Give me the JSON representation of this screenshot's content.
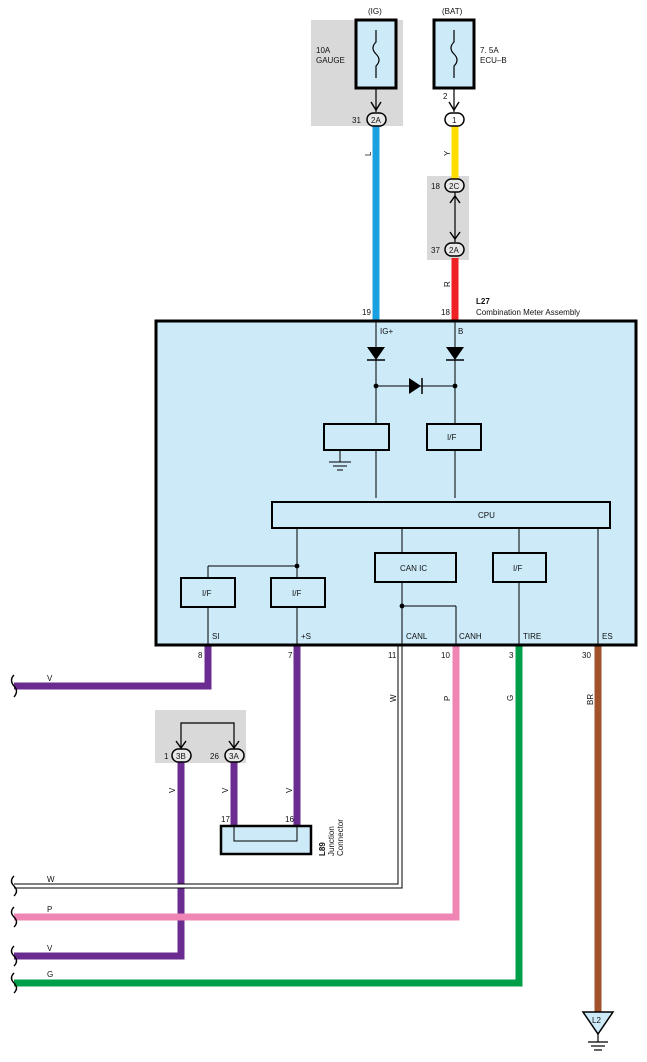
{
  "power": {
    "ig_label": "(IG)",
    "bat_label": "(BAT)",
    "fuse_gauge_amp": "10A",
    "fuse_gauge_name": "GAUGE",
    "fuse_ecub_amp": "7. 5A",
    "fuse_ecub_name": "ECU–B"
  },
  "connectors": {
    "c2a_top": "2A",
    "c2a_top_pin": "31",
    "c1": "1",
    "c1_pin": "2",
    "c2c": "2C",
    "c2c_pin": "18",
    "c2a_mid": "2A",
    "c2a_mid_pin": "37",
    "c3b": "3B",
    "c3b_pin": "1",
    "c3a": "3A",
    "c3a_pin": "26"
  },
  "wires": {
    "L": "L",
    "Y": "Y",
    "R": "R",
    "V_si": "V",
    "V_plus_s": "V",
    "V_3b": "V",
    "W": "W",
    "P": "P",
    "G": "G",
    "BR": "BR",
    "bus_W": "W",
    "bus_P": "P",
    "bus_V": "V",
    "bus_G": "G"
  },
  "meter": {
    "id": "L27",
    "name": "Combination Meter Assembly",
    "pin_ig": "19",
    "pin_b": "18",
    "term_ig": "IG+",
    "term_b": "B",
    "if_top": "I/F",
    "cpu": "CPU",
    "can_ic": "CAN IC",
    "if_si": "I/F",
    "if_plus_s": "I/F",
    "if_tire": "I/F",
    "term_si": "SI",
    "term_plus_s": "+S",
    "term_canl": "CANL",
    "term_canh": "CANH",
    "term_tire": "TIRE",
    "term_es": "ES",
    "pin_si": "8",
    "pin_plus_s": "7",
    "pin_canl": "11",
    "pin_canh": "10",
    "pin_tire": "3",
    "pin_es": "30"
  },
  "junction": {
    "id": "L89",
    "name_1": "Junction",
    "name_2": "Connector",
    "pin_17": "17",
    "pin_16": "16"
  },
  "ground": {
    "label": "L2"
  },
  "colors": {
    "blue": "#1aa0e0",
    "yellow": "#ffdd00",
    "red": "#ee2222",
    "violet": "#6a2c91",
    "pink": "#ef85b5",
    "green": "#00a04a",
    "brown": "#a0522d",
    "meter_fill": "#cceaf8",
    "gray_box": "#d9d9d9"
  }
}
